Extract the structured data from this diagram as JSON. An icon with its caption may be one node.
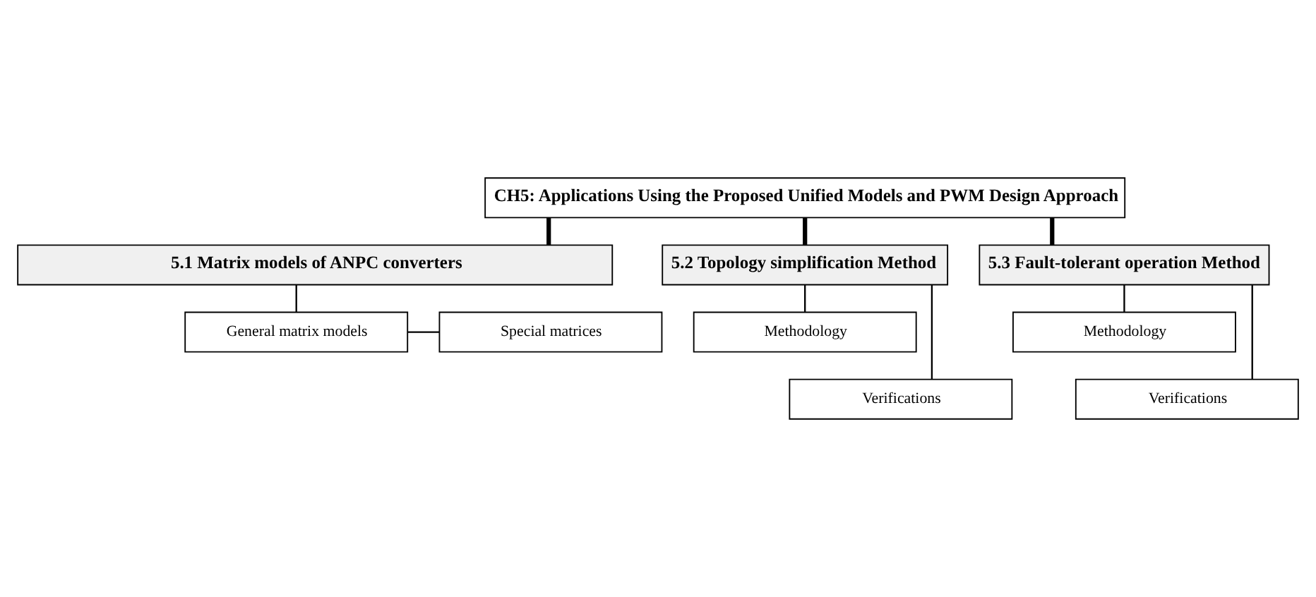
{
  "diagram": {
    "nodes": [
      {
        "text": [
          "CH5: Applications Using the Proposed Unified Models and PWM Design Approach"
        ]
      },
      {
        "text": [
          "5.1 Matrix models of ANPC converters"
        ]
      },
      {
        "text": [
          "General matrix models"
        ]
      },
      {
        "text": [
          "Special matrices"
        ]
      },
      {
        "text": [
          "5.2 Topology simplification Method"
        ]
      },
      {
        "text": [
          "5.3 Fault-tolerant operation Method"
        ]
      },
      {
        "text": [
          "Methodology"
        ]
      },
      {
        "text": [
          "Verifications"
        ]
      },
      {
        "text": [
          "Methodology"
        ]
      },
      {
        "text": [
          "Verifications"
        ]
      }
    ],
    "edges": [
      {
        "from": 0,
        "to": 1,
        "arrow": "none",
        "style": "thick"
      },
      {
        "from": 1,
        "to": 2,
        "arrow": "none"
      },
      {
        "from": 2,
        "to": 3,
        "arrow": "none"
      },
      {
        "from": 0,
        "to": 4,
        "arrow": "none",
        "style": "thick"
      },
      {
        "from": 0,
        "to": 5,
        "arrow": "none",
        "style": "thick"
      },
      {
        "from": 4,
        "to": 6,
        "arrow": "none"
      },
      {
        "from": 4,
        "to": 7,
        "arrow": "none"
      },
      {
        "from": 5,
        "to": 8,
        "arrow": "none"
      },
      {
        "from": 5,
        "to": 9,
        "arrow": "none"
      }
    ]
  }
}
